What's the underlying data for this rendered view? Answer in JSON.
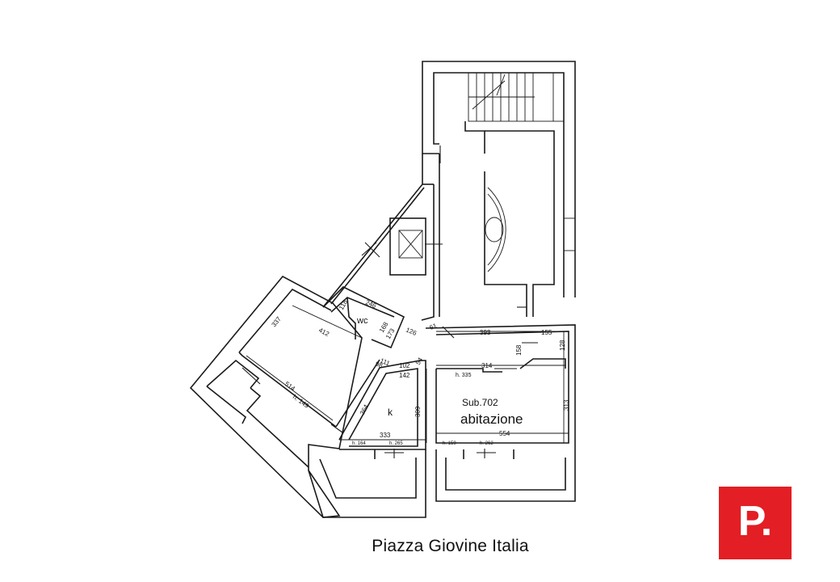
{
  "street_label": "Piazza Giovine Italia",
  "logo": {
    "letter": "P.",
    "color": "#e31e24"
  },
  "unit": {
    "sub": "Sub.702",
    "name": "abitazione"
  },
  "rooms": {
    "wc": "wc",
    "kitchen": "k"
  },
  "dimensions": {
    "d337": "337",
    "d412": "412",
    "d514": "514",
    "dh149": "h. 149",
    "d364": "364",
    "d333": "333",
    "dh164": "h. 164",
    "dh265": "h. 265",
    "d246": "246",
    "d118": "118",
    "d168": "168",
    "d173": "173",
    "d126": "126",
    "d111": "111",
    "d98": "98",
    "d102": "102",
    "d142": "142",
    "d54": "54",
    "d309": "309",
    "d61": "61",
    "d393": "393",
    "d155": "155",
    "d128": "128",
    "d158": "158",
    "d314": "314",
    "dh335": "h. 335",
    "d313": "313",
    "d554": "554",
    "dh159": "h. 159",
    "dh262": "h. 262"
  }
}
